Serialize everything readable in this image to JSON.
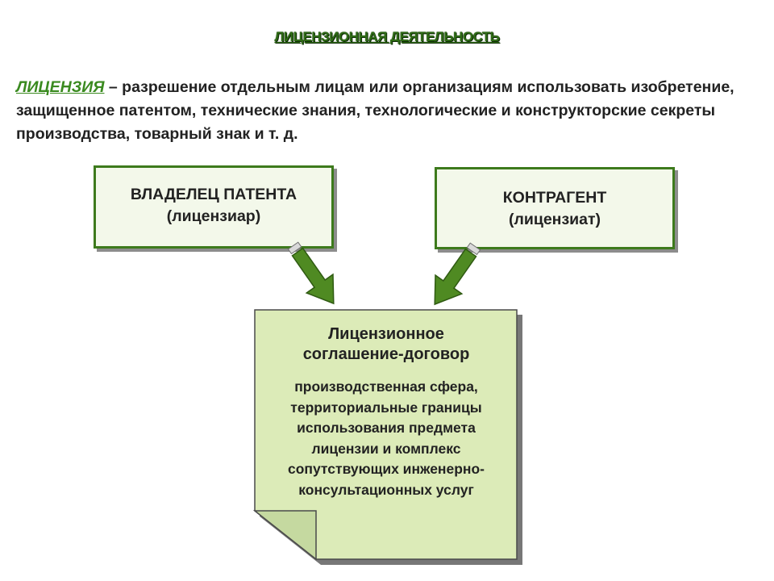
{
  "title": "ЛИЦЕНЗИОННАЯ ДЕЯТЕЛЬНОСТЬ",
  "definition": {
    "term": "ЛИЦЕНЗИЯ",
    "text": " – разрешение отдельным лицам или организациям использовать изобретение, защищенное патентом, технические знания, технологические и конструкторские секреты производства, товарный знак и т. д."
  },
  "owner": {
    "title": "ВЛАДЕЛЕЦ ПАТЕНТА",
    "subtitle": "(лицензиар)"
  },
  "contractor": {
    "title": "КОНТРАГЕНТ",
    "subtitle": "(лицензиат)"
  },
  "agreement": {
    "title_line1": "Лицензионное",
    "title_line2": "соглашение-договор",
    "body_lines": [
      "производственная сфера,",
      "территориальные границы",
      "использования предмета",
      "лицензии и комплекс",
      "сопутствующих инженерно-",
      "консультационных услуг"
    ]
  },
  "colors": {
    "accent_green": "#3d7a1c",
    "box_fill": "#f3f8ea",
    "document_fill": "#dcebb8",
    "arrow_fill": "#4f8a22"
  }
}
